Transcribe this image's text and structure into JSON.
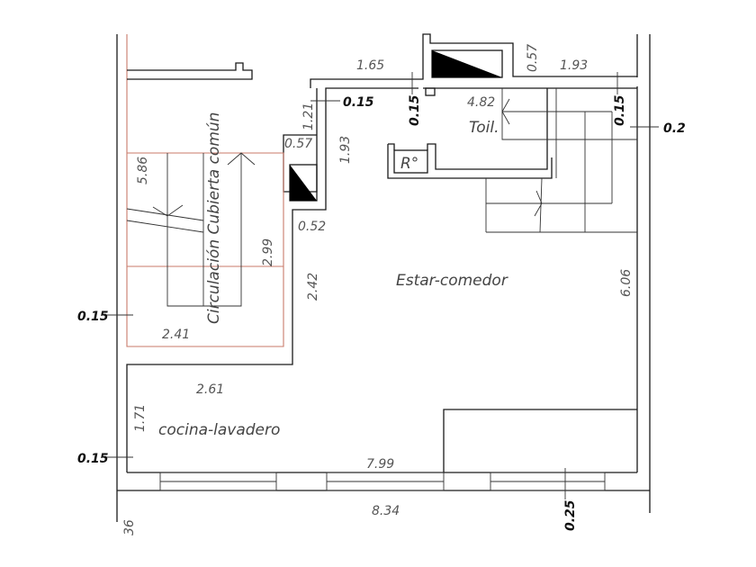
{
  "plan": {
    "rooms": {
      "circulacion": "Circulación  Cubierta  común",
      "estar": "Estar-comedor",
      "cocina": "cocina-lavadero",
      "toilet": "Toil.",
      "refrigerator": "R°"
    },
    "dimensions": {
      "d_165": "1.65",
      "d_057_top": "0.57",
      "d_193_top": "1.93",
      "d_015_a": "0.15",
      "d_015_b": "0.15",
      "d_015_c": "0.15",
      "d_02": "0.2",
      "d_482": "4.82",
      "d_121": "1.21",
      "d_057_left": "0.57",
      "d_193_side": "1.93",
      "d_052": "0.52",
      "d_586": "5.86",
      "d_299": "2.99",
      "d_242": "2.42",
      "d_015_left1": "0.15",
      "d_241": "2.41",
      "d_606": "6.06",
      "d_261": "2.61",
      "d_171": "1.71",
      "d_015_left2": "0.15",
      "d_799": "7.99",
      "d_834": "8.34",
      "d_025": "0.25",
      "d_36": "36"
    }
  }
}
